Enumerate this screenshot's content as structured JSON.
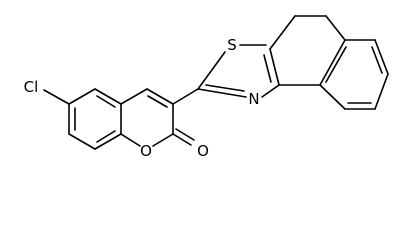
{
  "molecule": {
    "atom_labels": {
      "chlorine": "Cl",
      "ring_oxygen": "O",
      "carbonyl_oxygen": "O",
      "sulfur": "S",
      "nitrogen": "N"
    },
    "colors": {
      "bond": "#000000",
      "label": "#000000",
      "background": "#ffffff"
    }
  }
}
